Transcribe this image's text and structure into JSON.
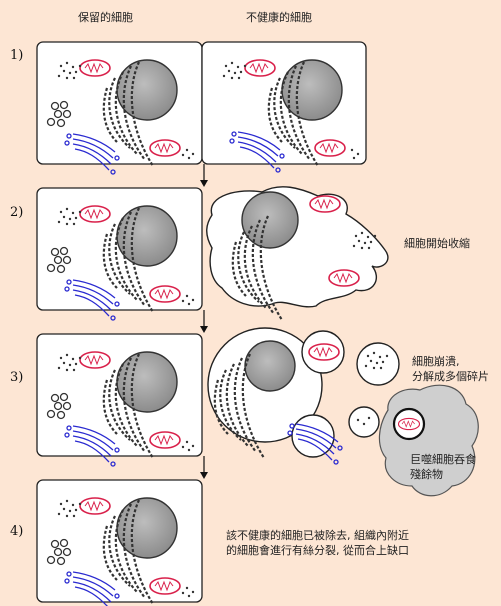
{
  "headers": {
    "healthy_cell": "保留的細胞",
    "unhealthy_cell": "不健康的細胞"
  },
  "steps": [
    "1)",
    "2)",
    "3)",
    "4)"
  ],
  "annotations": {
    "shrinking": "細胞開始收縮",
    "collapse_line1": "細胞崩潰,",
    "collapse_line2": "分解成多個碎片",
    "macrophage_line1": "巨噬細胞吞食",
    "macrophage_line2": "殘餘物",
    "removed_line1": "該不健康的細胞已被除去, 組織內附近",
    "removed_line2": "的細胞會進行有絲分裂, 從而合上缺口"
  },
  "colors": {
    "background": "#fde6d4",
    "cell_stroke": "#222222",
    "nucleus": "#9a9a9a",
    "mitochondria": "#d9204a",
    "golgi": "#2a2ad0",
    "macrophage": "#cfcfcf"
  }
}
